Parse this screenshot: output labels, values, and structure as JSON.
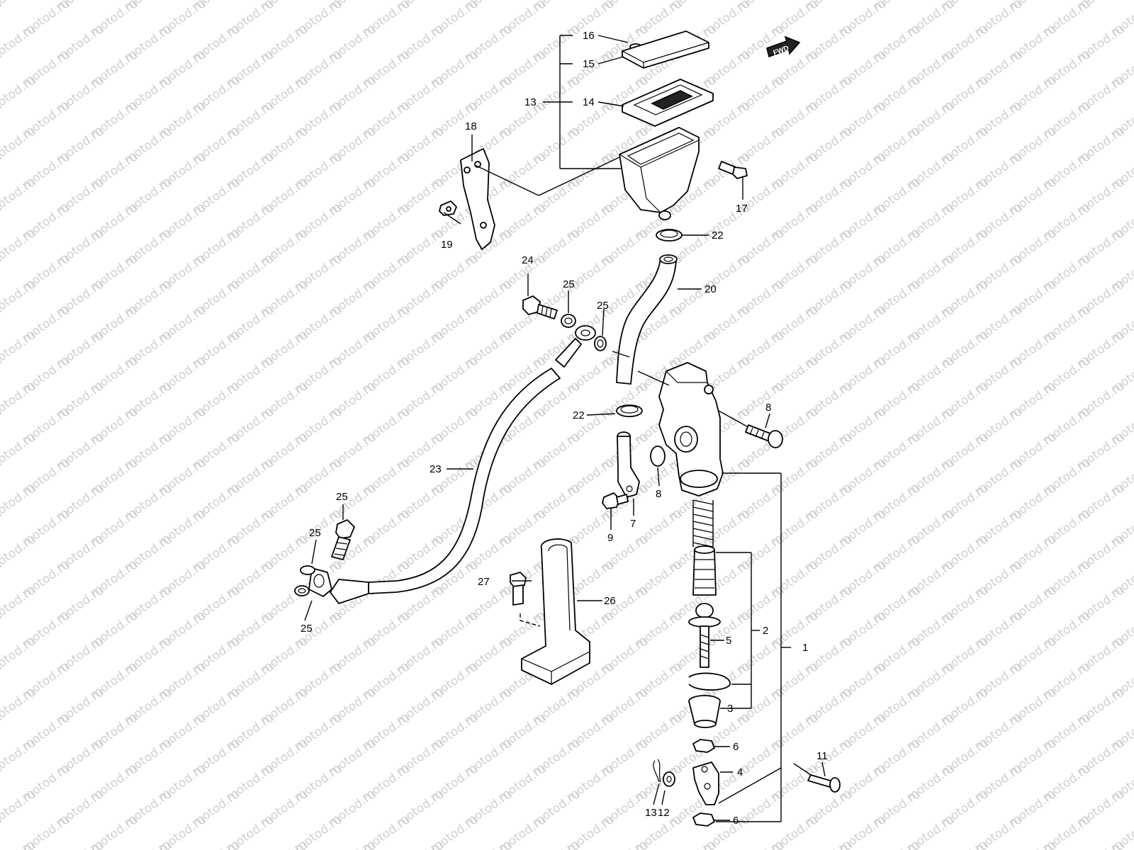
{
  "watermark": "motod.ru",
  "direction_badge": "FWD",
  "callouts": [
    {
      "id": "c1",
      "text": "1"
    },
    {
      "id": "c2",
      "text": "2"
    },
    {
      "id": "c3",
      "text": "3"
    },
    {
      "id": "c4",
      "text": "4"
    },
    {
      "id": "c5",
      "text": "5"
    },
    {
      "id": "c6a",
      "text": "6"
    },
    {
      "id": "c6b",
      "text": "6"
    },
    {
      "id": "c7",
      "text": "7"
    },
    {
      "id": "c8",
      "text": "8"
    },
    {
      "id": "c9",
      "text": "9"
    },
    {
      "id": "c10",
      "text": "10"
    },
    {
      "id": "c11",
      "text": "11"
    },
    {
      "id": "c12",
      "text": "12"
    },
    {
      "id": "c13",
      "text": "13"
    },
    {
      "id": "c14",
      "text": "14"
    },
    {
      "id": "c15",
      "text": "15"
    },
    {
      "id": "c16",
      "text": "16"
    },
    {
      "id": "c17",
      "text": "17"
    },
    {
      "id": "c18",
      "text": "18"
    },
    {
      "id": "c19",
      "text": "19"
    },
    {
      "id": "c20",
      "text": "20"
    },
    {
      "id": "c21",
      "text": "21"
    },
    {
      "id": "c22a",
      "text": "22"
    },
    {
      "id": "c22b",
      "text": "22"
    },
    {
      "id": "c23",
      "text": "23"
    },
    {
      "id": "c24a",
      "text": "24"
    },
    {
      "id": "c24b",
      "text": "24"
    },
    {
      "id": "c25a",
      "text": "25"
    },
    {
      "id": "c25b",
      "text": "25"
    },
    {
      "id": "c25c",
      "text": "25"
    },
    {
      "id": "c25d",
      "text": "25"
    },
    {
      "id": "c26",
      "text": "26"
    },
    {
      "id": "c27",
      "text": "27"
    }
  ]
}
